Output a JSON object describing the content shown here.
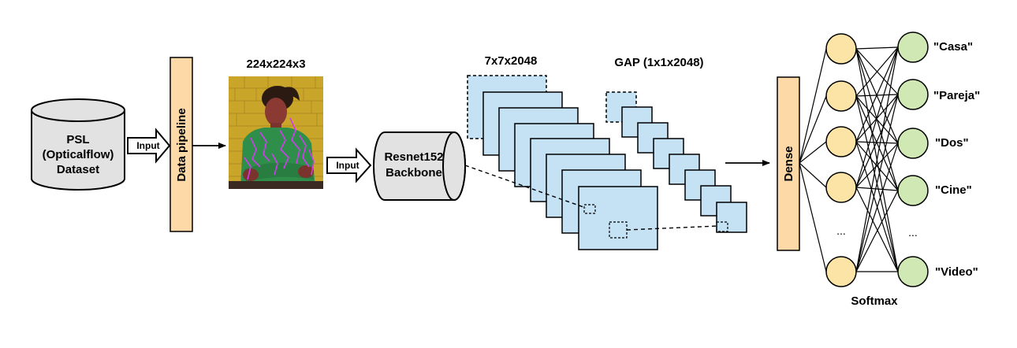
{
  "dataset": {
    "line1": "PSL",
    "line2": "(Opticalflow)",
    "line3": "Dataset"
  },
  "input_label_1": "Input",
  "input_label_2": "Input",
  "pipeline_label": "Data pipeline",
  "image_size_label": "224x224x3",
  "image_description": "Photo of a person in a green sweater sitting in front of a yellow brick wall, overlaid with purple optical-flow traces",
  "backbone": {
    "line1": "Resnet152",
    "line2": "Backbone"
  },
  "feature_map_label": "7x7x2048",
  "gap_label": "GAP (1x1x2048)",
  "dense_label": "Dense",
  "outputs": [
    "\"Casa\"",
    "\"Pareja\"",
    "\"Dos\"",
    "\"Cine\"",
    "\"Video\""
  ],
  "ellipsis": "...",
  "softmax_label": "Softmax",
  "colors": {
    "pipeline_fill": "#fdd9a7",
    "feature_fill": "#c5e2f5",
    "hidden_node_fill": "#fbe4a6",
    "output_node_fill": "#cfe8b4",
    "cylinder_fill": "#e2e2e2",
    "wall": "#c9a52a",
    "sweater": "#2f8f4a",
    "flow": "#d03cf0"
  }
}
